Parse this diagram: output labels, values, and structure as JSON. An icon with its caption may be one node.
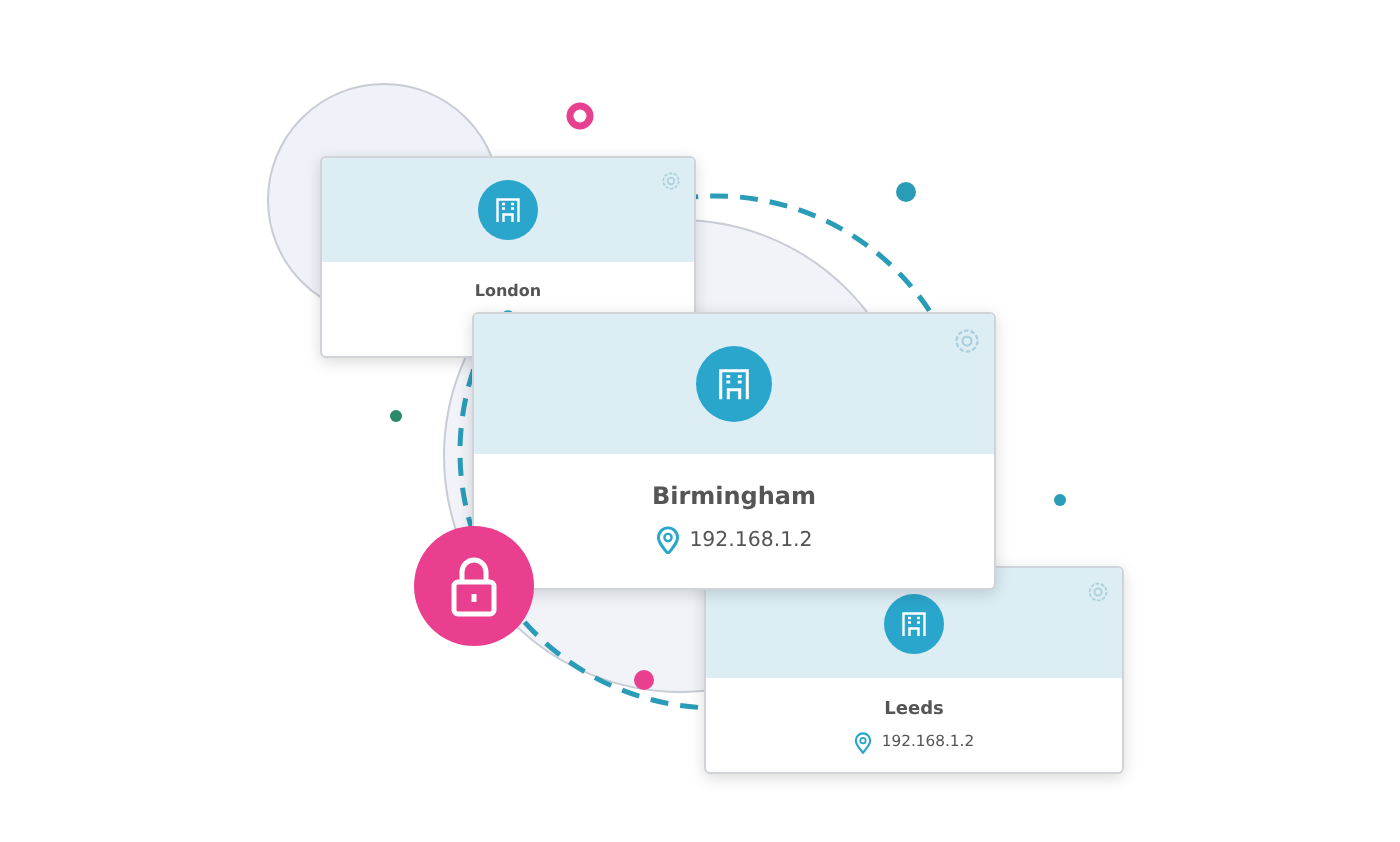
{
  "diagram": {
    "nodes": [
      {
        "text": [
          "London"
        ]
      },
      {
        "text": [
          "Birmingham",
          "192.168.1.2"
        ]
      },
      {
        "text": [
          "Leeds",
          "192.168.1.2"
        ]
      }
    ]
  }
}
